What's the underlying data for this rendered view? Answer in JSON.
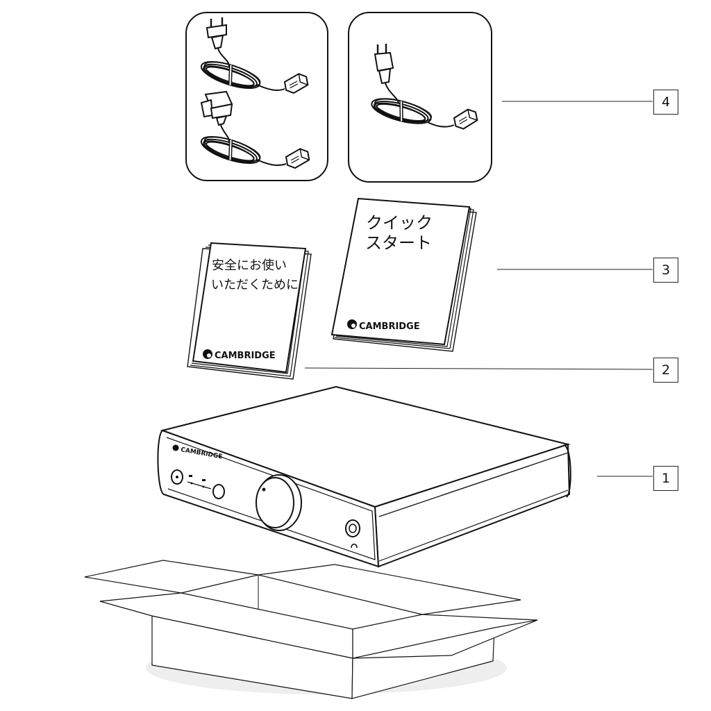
{
  "callouts": [
    {
      "id": "4",
      "label": "4",
      "item": "power-cords"
    },
    {
      "id": "3",
      "label": "3",
      "item": "quick-start-guide"
    },
    {
      "id": "2",
      "label": "2",
      "item": "safety-guide"
    },
    {
      "id": "1",
      "label": "1",
      "item": "amplifier"
    }
  ],
  "safety_booklet": {
    "title_line1": "安全にお使い",
    "title_line2": "いただくために",
    "brand": "CAMBRIDGE"
  },
  "quickstart_booklet": {
    "title_line1": "クイック",
    "title_line2": "スタート",
    "brand": "CAMBRIDGE"
  },
  "amplifier": {
    "brand": "CAMBRIDGE"
  },
  "icons": {
    "europlug": "europlug-cord-icon",
    "uk_plug": "uk-plug-cord-icon",
    "japan_plug": "japan-plug-cord-icon",
    "headphone": "headphone-icon"
  }
}
